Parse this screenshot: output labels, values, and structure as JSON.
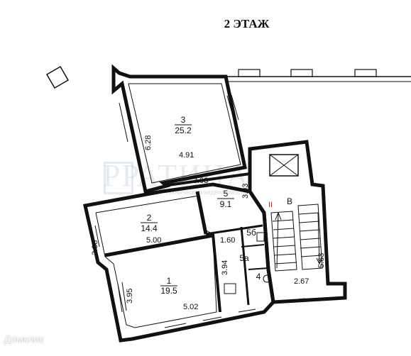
{
  "title": "2 ЭТАЖ",
  "rooms": [
    {
      "number": "3",
      "area": "25.2"
    },
    {
      "number": "2",
      "area": "14.4"
    },
    {
      "number": "1",
      "area": "19.5"
    },
    {
      "number": "5",
      "area": "9.1"
    },
    {
      "number": "5a",
      "area": ""
    },
    {
      "number": "5б",
      "area": ""
    },
    {
      "number": "4",
      "area": ""
    },
    {
      "number": "В",
      "area": ""
    }
  ],
  "dimensions": [
    "6.28",
    "4.91",
    "3.03",
    "3.03",
    "2.88",
    "5.00",
    "1.60",
    "3.95",
    "5.02",
    "3.94",
    "2.67",
    "5.63"
  ],
  "marker": "II",
  "watermark": "РРАТИЦА",
  "watermark_sub": "Техническая недвижимость",
  "brand": "Домклик",
  "colors": {
    "line": "#111111",
    "marker": "#d9261c",
    "watermark": "#7896be"
  }
}
